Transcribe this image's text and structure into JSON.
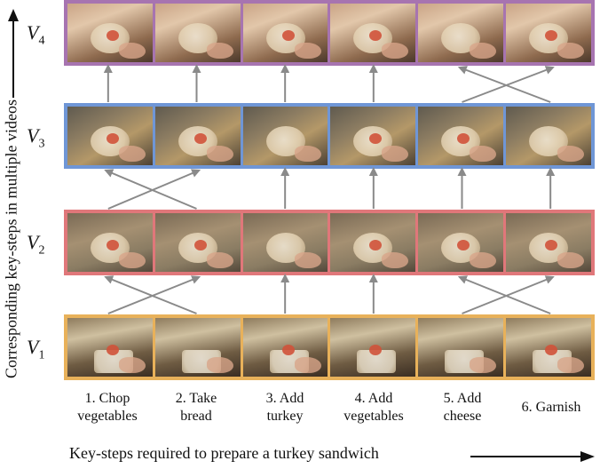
{
  "y_axis_label": "Corresponding key-steps in multiple videos",
  "x_axis_label": "Key-steps required to prepare a turkey sandwich",
  "rows": [
    {
      "id": "V4",
      "letter": "V",
      "index": "4"
    },
    {
      "id": "V3",
      "letter": "V",
      "index": "3"
    },
    {
      "id": "V2",
      "letter": "V",
      "index": "2"
    },
    {
      "id": "V1",
      "letter": "V",
      "index": "1"
    }
  ],
  "steps": [
    "1. Chop\nvegetables",
    "2. Take\nbread",
    "3. Add\nturkey",
    "4. Add\nvegetables",
    "5. Add\ncheese",
    "6. Garnish"
  ],
  "colors": {
    "V4": "#a774b0",
    "V3": "#6f96d6",
    "V2": "#e0777a",
    "V1": "#e8b15a",
    "connector": "#8a8a8a"
  },
  "connections": [
    {
      "from_row": "V1",
      "to_row": "V2",
      "pairs": [
        [
          1,
          2
        ],
        [
          2,
          1
        ],
        [
          3,
          3
        ],
        [
          4,
          4
        ],
        [
          5,
          6
        ],
        [
          6,
          5
        ]
      ]
    },
    {
      "from_row": "V2",
      "to_row": "V3",
      "pairs": [
        [
          1,
          2
        ],
        [
          2,
          1
        ],
        [
          3,
          3
        ],
        [
          4,
          4
        ],
        [
          5,
          5
        ],
        [
          6,
          6
        ]
      ]
    },
    {
      "from_row": "V3",
      "to_row": "V4",
      "pairs": [
        [
          1,
          1
        ],
        [
          2,
          2
        ],
        [
          3,
          3
        ],
        [
          4,
          4
        ],
        [
          5,
          6
        ],
        [
          6,
          5
        ]
      ]
    }
  ]
}
